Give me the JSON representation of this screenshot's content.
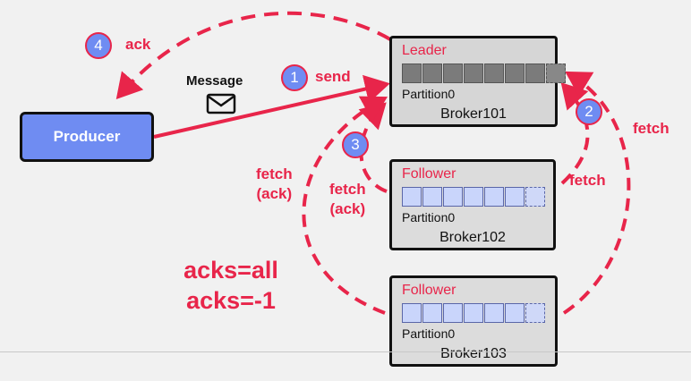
{
  "producer": {
    "label": "Producer"
  },
  "message": {
    "label": "Message",
    "icon": "envelope-icon"
  },
  "steps": {
    "send": {
      "number": "1",
      "label": "send"
    },
    "fetch_leader": {
      "number": "2",
      "label": "fetch"
    },
    "fetch_ack": {
      "number": "3"
    },
    "ack": {
      "number": "4",
      "label": "ack"
    }
  },
  "fetch_labels": {
    "outer_right": "fetch",
    "inner_right": "fetch",
    "outer_left": "fetch\n(ack)",
    "inner_left": "fetch\n(ack)"
  },
  "brokers": [
    {
      "role": "Leader",
      "partition": "Partition0",
      "name": "Broker101",
      "filled": 7,
      "total": 8
    },
    {
      "role": "Follower",
      "partition": "Partition0",
      "name": "Broker102",
      "filled": 6,
      "total": 7
    },
    {
      "role": "Follower",
      "partition": "Partition0",
      "name": "Broker103",
      "filled": 6,
      "total": 7
    }
  ],
  "config": {
    "line1": "acks=all",
    "line2": "acks=-1"
  },
  "colors": {
    "accent": "#e8254a",
    "producer": "#6f8cf2",
    "replica": "#c9d5fb",
    "leader_log": "#7b7b7b"
  }
}
